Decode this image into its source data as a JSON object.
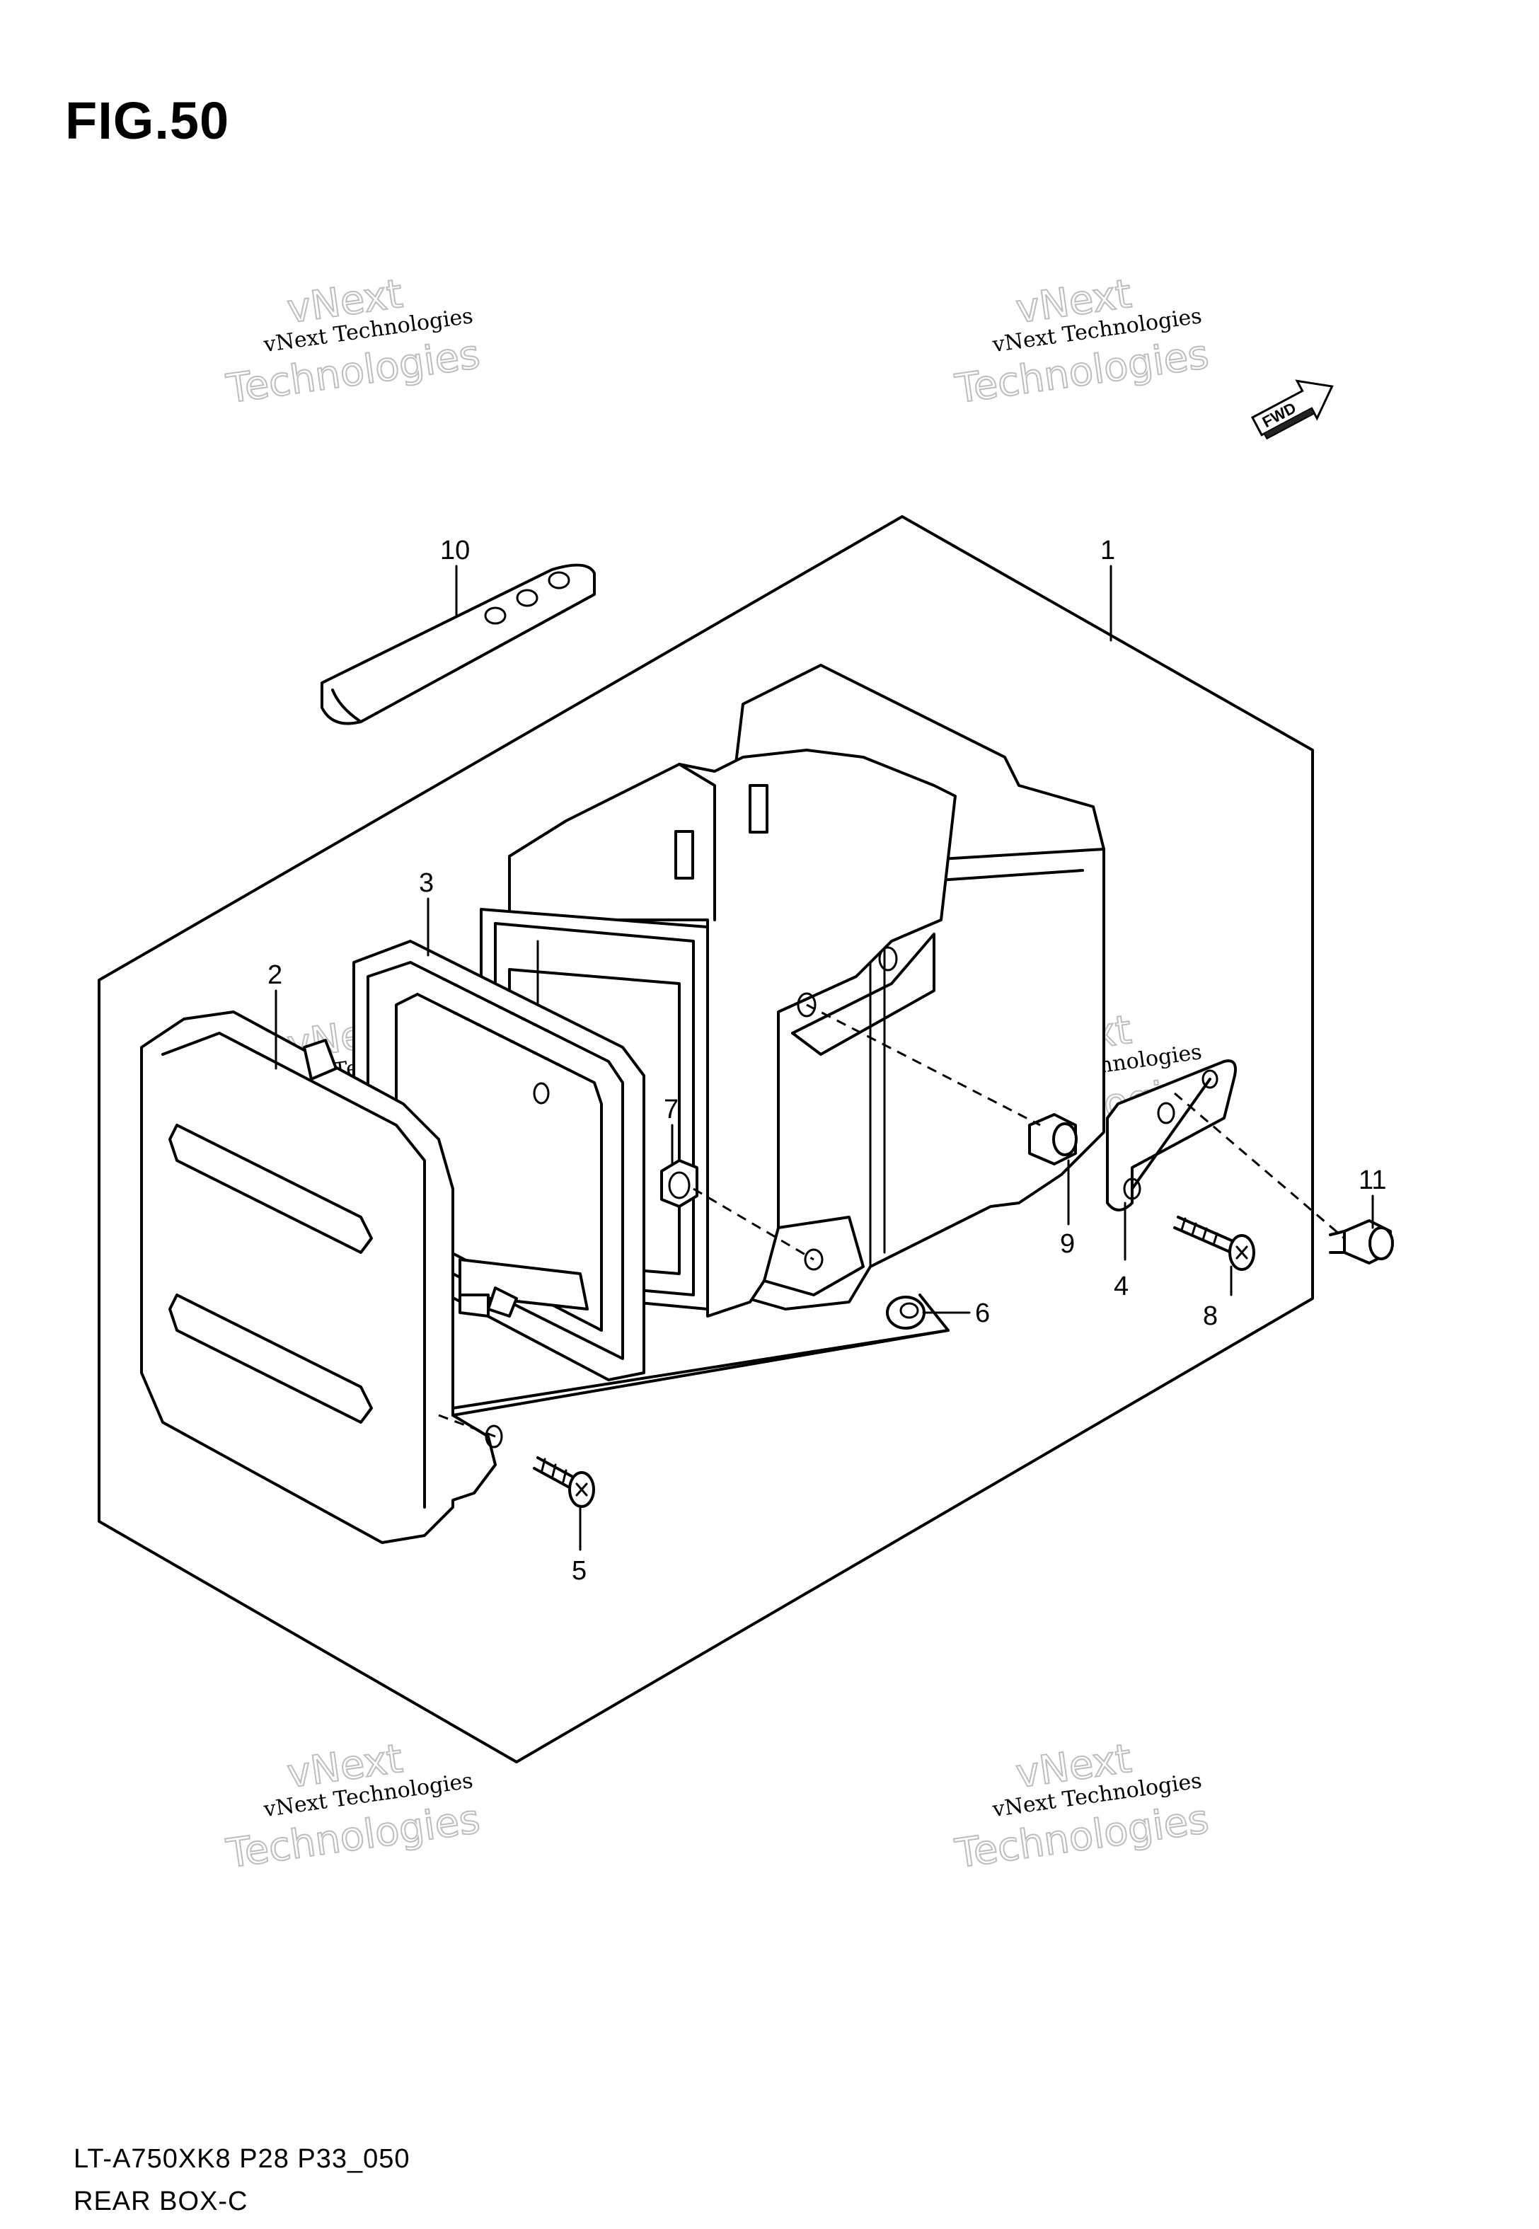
{
  "figure": {
    "title": "FIG.50",
    "model_code": "LT-A750XK8 P28 P33_050",
    "part_name": "REAR BOX-C"
  },
  "fwd_label": "FWD",
  "callouts": [
    "1",
    "2",
    "3",
    "4",
    "5",
    "6",
    "7",
    "8",
    "9",
    "10",
    "11"
  ],
  "watermark": {
    "line1": "vNext",
    "line2": "vNext Technologies",
    "line3": "Technologies"
  }
}
